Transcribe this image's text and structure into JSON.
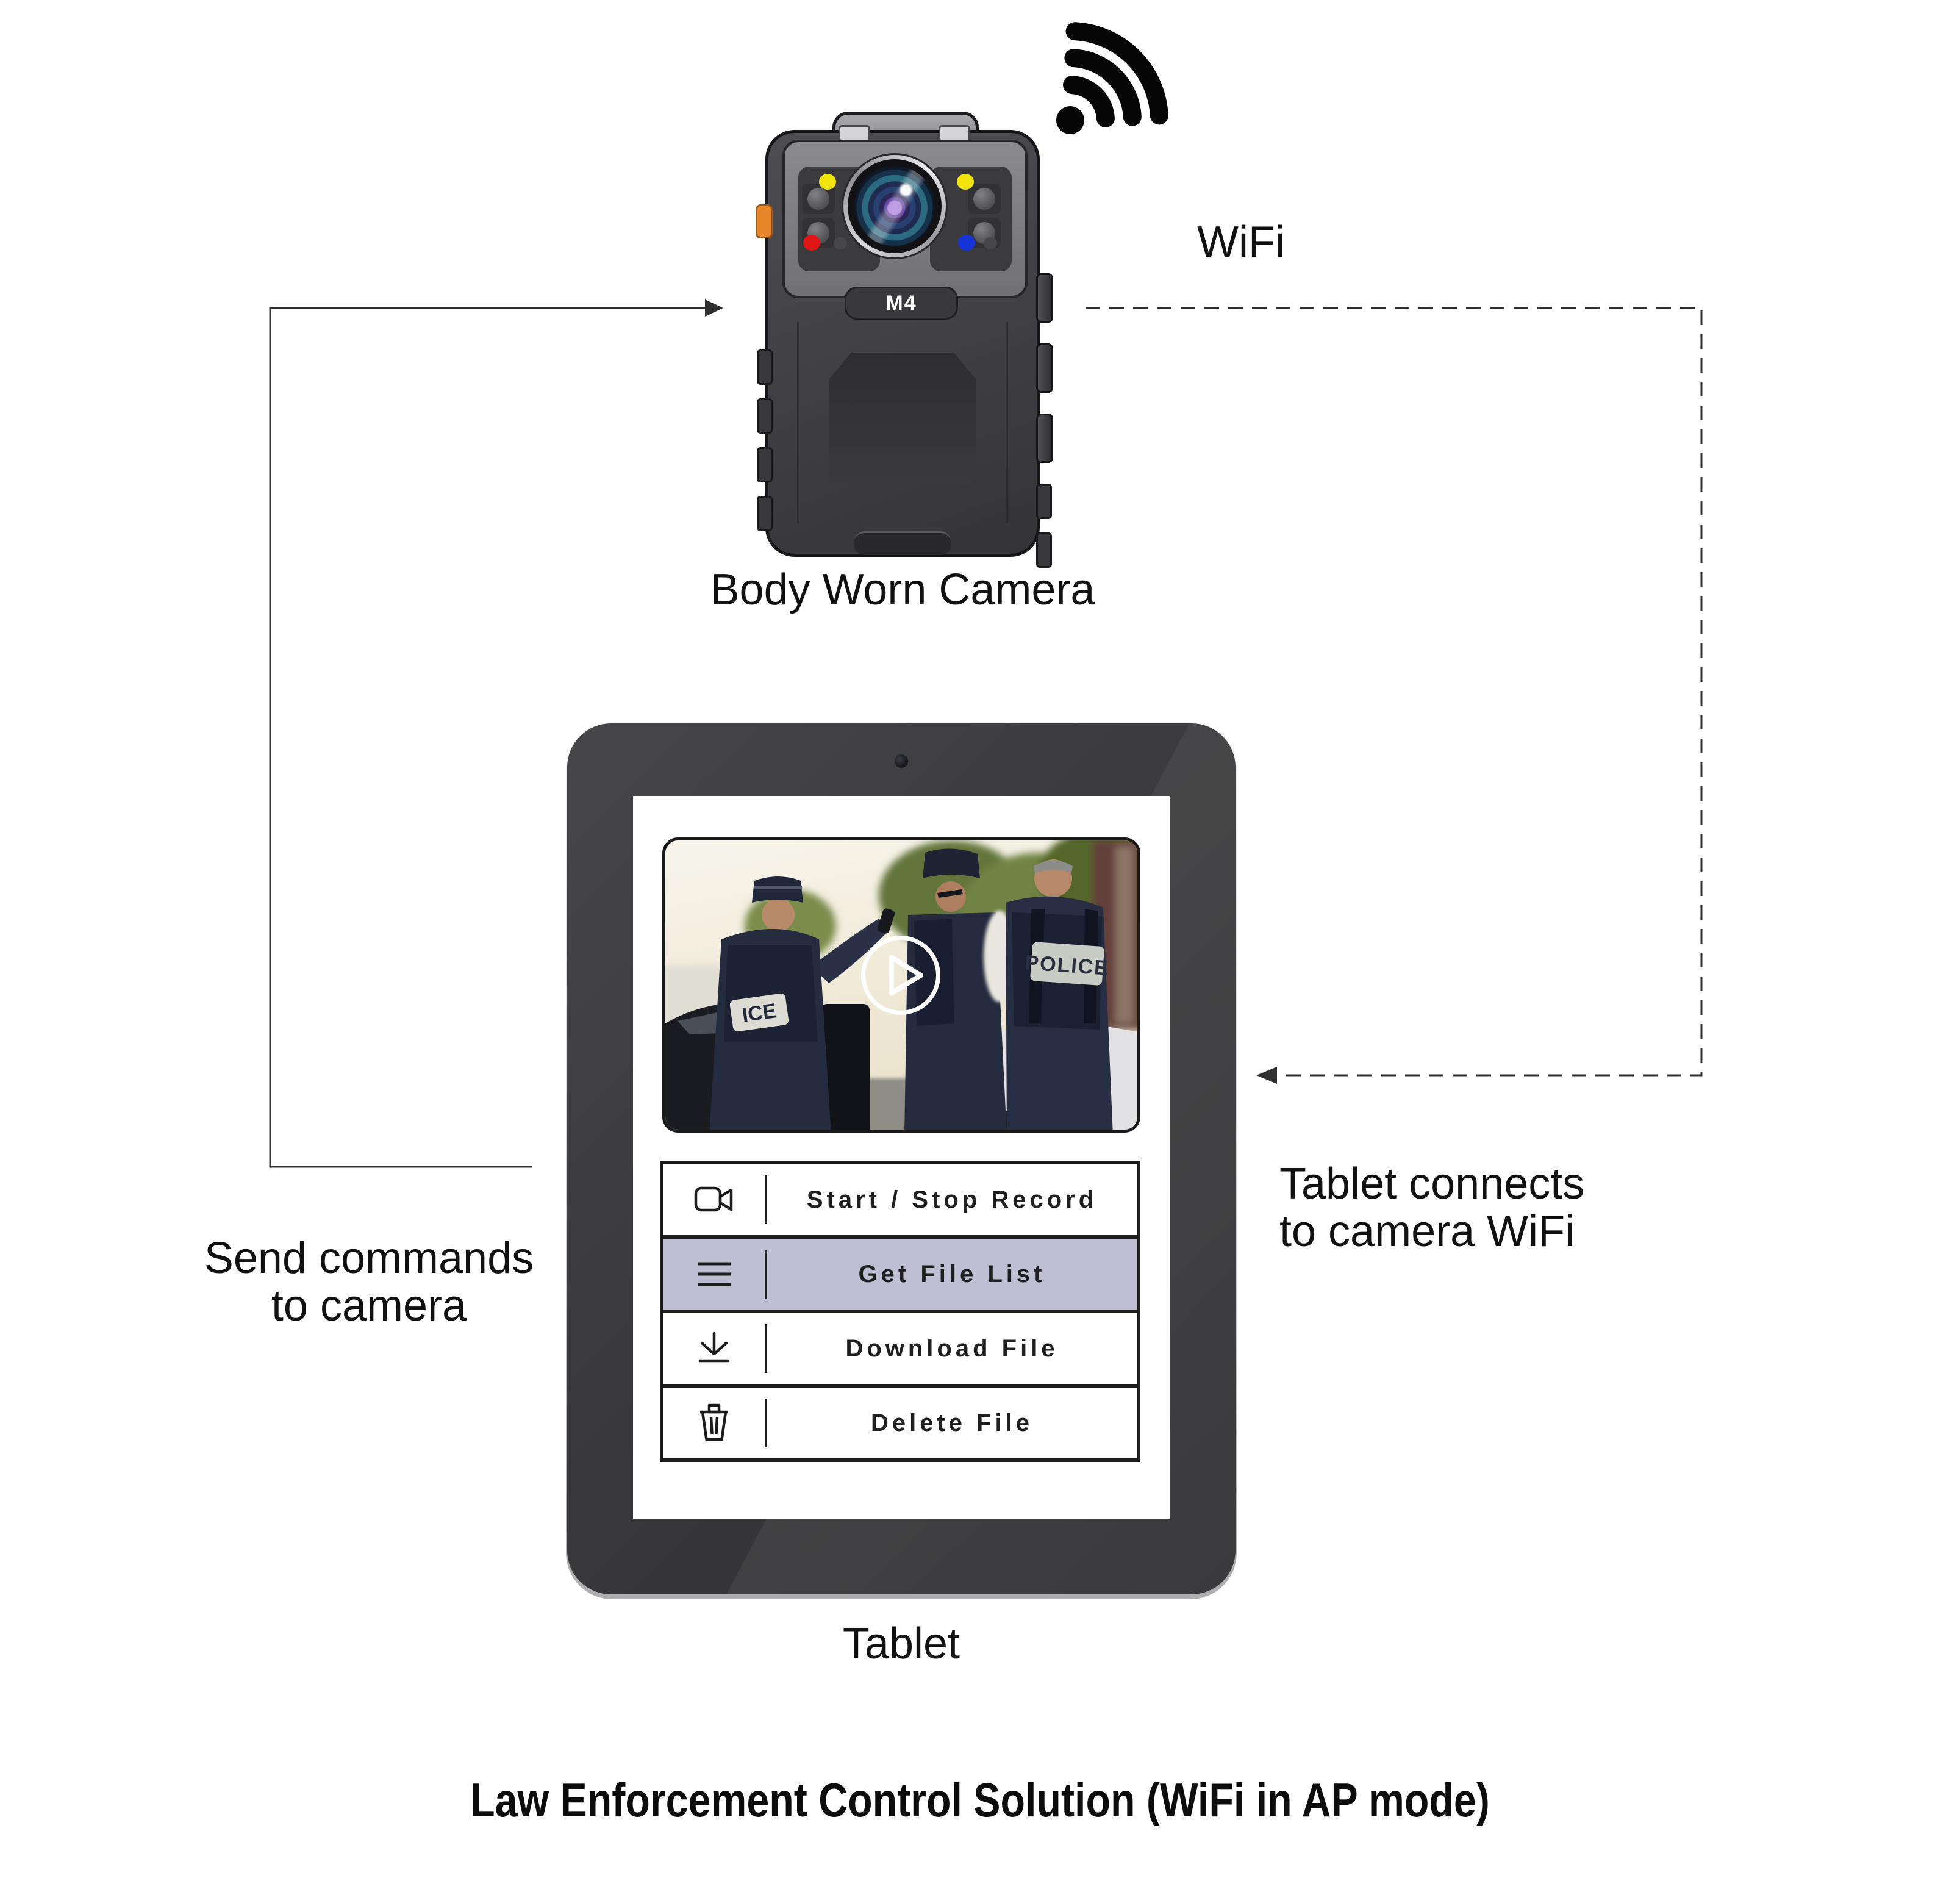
{
  "diagram": {
    "caption": "Law Enforcement Control Solution (WiFi in AP mode)",
    "wifi_label": "WiFi",
    "camera": {
      "label": "Body Worn Camera",
      "model": "M4"
    },
    "connections": {
      "send_commands_line1": "Send commands",
      "send_commands_line2": "to camera",
      "tablet_connects_line1": "Tablet connects",
      "tablet_connects_line2": "to camera WiFi"
    },
    "tablet": {
      "label": "Tablet",
      "video": {
        "police_patch_text": "POLICE",
        "partial_patch_text": "ICE",
        "play_icon": "play-icon"
      },
      "menu": {
        "highlight_color": "#bfbed2",
        "items": [
          {
            "icon": "video-camera-icon",
            "label": "Start / Stop Record",
            "highlighted": false
          },
          {
            "icon": "file-list-icon",
            "label": "Get File List",
            "highlighted": true
          },
          {
            "icon": "download-icon",
            "label": "Download File",
            "highlighted": false
          },
          {
            "icon": "trash-icon",
            "label": "Delete File",
            "highlighted": false
          }
        ]
      }
    },
    "colors": {
      "line": "#303030",
      "accent_orange": "#e8862c",
      "led_yellow": "#f0e40a",
      "led_red": "#e01616",
      "led_blue": "#1734d8",
      "menu_highlight": "#bfbed2"
    }
  }
}
